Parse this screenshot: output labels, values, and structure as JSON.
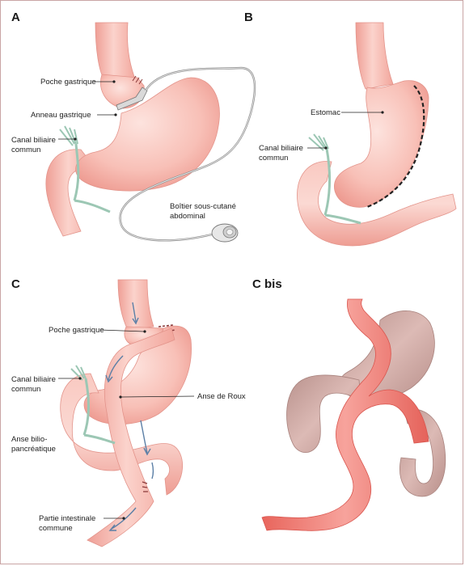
{
  "panels": {
    "a": {
      "letter": "A",
      "labels": {
        "poche": "Poche gastrique",
        "anneau": "Anneau gastrique",
        "canal_1": "Canal biliaire",
        "canal_2": "commun",
        "boitier_1": "Boîtier sous-cutané",
        "boitier_2": "abdominal"
      }
    },
    "b": {
      "letter": "B",
      "labels": {
        "estomac": "Estomac",
        "canal_1": "Canal biliaire",
        "canal_2": "commun"
      }
    },
    "c": {
      "letter": "C",
      "labels": {
        "poche": "Poche gastrique",
        "canal_1": "Canal biliaire",
        "canal_2": "commun",
        "roux": "Anse de Roux",
        "bilio_1": "Anse bilio-",
        "bilio_2": "pancréatique",
        "partie_1": "Partie intestinale",
        "partie_2": "commune"
      }
    },
    "cbis": {
      "letter": "C bis"
    }
  },
  "colors": {
    "tissue": "#f6b6ae",
    "tissue_light": "#fbd9d3",
    "tissue_dark": "#e58f86",
    "duct_green": "#9cc7b4",
    "tube_gray": "#9a9a9a",
    "flow_arrow": "#5b7fa6",
    "roux_red": "#f08078",
    "brown_gray": "#c9a4a0"
  }
}
